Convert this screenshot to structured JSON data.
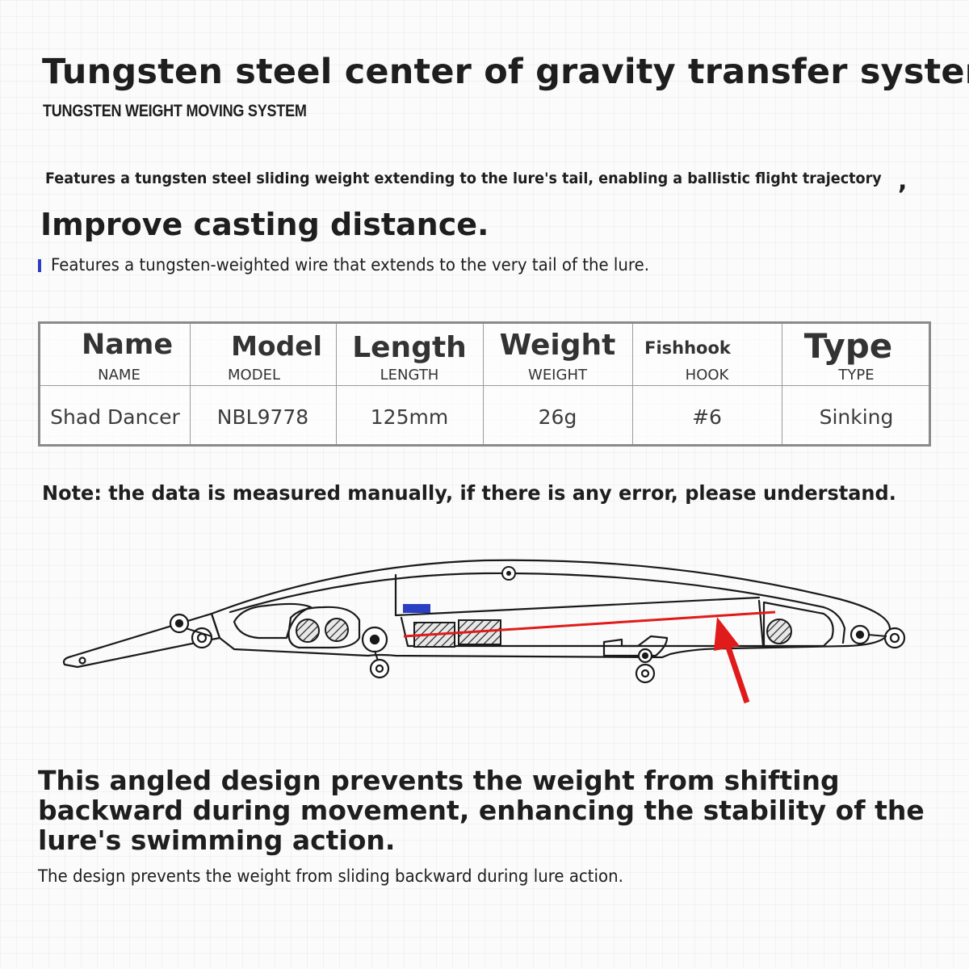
{
  "title": "Tungsten steel center of gravity transfer system",
  "subtitle": "TUNGSTEN WEIGHT MOVING SYSTEM",
  "feature_line": "Features a tungsten steel sliding weight extending to the lure's tail, enabling a ballistic flight trajectory",
  "feature_comma": ",",
  "casting_heading": "Improve casting distance.",
  "bullet_text": "Features a tungsten-weighted wire that extends to the very tail of the lure.",
  "table": {
    "headers": [
      {
        "main": "Name",
        "sub": "NAME"
      },
      {
        "main": "Model",
        "sub": "MODEL"
      },
      {
        "main": "Length",
        "sub": "LENGTH"
      },
      {
        "main": "Weight",
        "sub": "WEIGHT"
      },
      {
        "main": "Fishhook",
        "sub": "HOOK"
      },
      {
        "main": "Type",
        "sub": "TYPE"
      }
    ],
    "row": [
      "Shad Dancer",
      "NBL9778",
      "125mm",
      "26g",
      "#6",
      "Sinking"
    ]
  },
  "note": "Note: the data is measured manually, if there is any error, please understand.",
  "diagram": {
    "accent_red": "#e01b1b",
    "accent_blue": "#2b3fc4",
    "line_color": "#1a1a1a"
  },
  "bottom_heading": "This angled design prevents the weight from shifting backward during movement, enhancing the stability of the lure's swimming action.",
  "bottom_caption": "The design prevents the weight from sliding backward during lure action."
}
